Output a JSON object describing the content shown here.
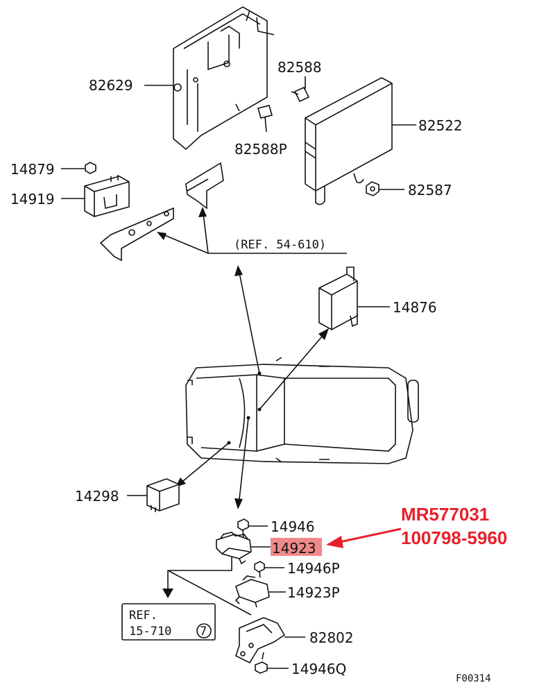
{
  "parts": {
    "p82629": "82629",
    "p82588": "82588",
    "p82588P": "82588P",
    "p82522": "82522",
    "p82587": "82587",
    "p14879": "14879",
    "p14919": "14919",
    "p14876": "14876",
    "p14298": "14298",
    "p14946": "14946",
    "p14923": "14923",
    "p14946P": "14946P",
    "p14923P": "14923P",
    "p82802": "82802",
    "p14946Q": "14946Q"
  },
  "refs": {
    "ref_54_610": "(REF. 54-610)",
    "ref_15_710_line1": "REF.",
    "ref_15_710_line2": "15-710",
    "ref_15_710_circle": "7"
  },
  "annotation": {
    "part_number": "MR577031",
    "oem_number": "100798-5960",
    "color": "#e8202a",
    "highlight_color": "#f08a8a"
  },
  "figure_code": "F00314"
}
